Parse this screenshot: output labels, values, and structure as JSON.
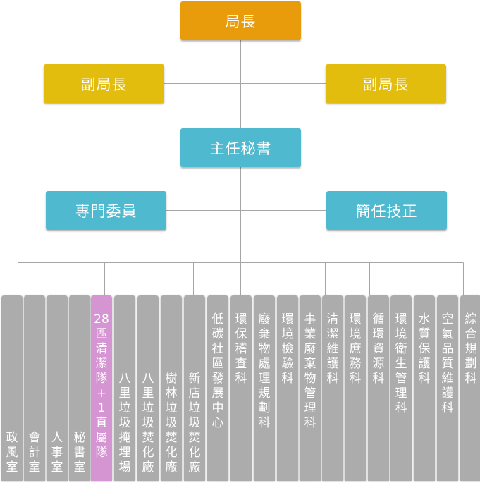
{
  "colors": {
    "director": "#e89c0c",
    "deputy": "#e3bd0d",
    "secretary": "#4fb9cf",
    "gray": "#acacac",
    "highlight": "#d595d2",
    "line": "#a6a6a6"
  },
  "director": "局長",
  "deputies": [
    "副局長",
    "副局長"
  ],
  "secretary": "主任秘書",
  "advisors": [
    "專門委員",
    "簡任技正"
  ],
  "units": [
    "政風室",
    "會計室",
    "人事室",
    "秘書室",
    "28區清潔隊+1直屬隊",
    "八里垃圾掩埋場",
    "八里垃圾焚化廠",
    "樹林垃圾焚化廠",
    "新店垃圾焚化廠",
    "低碳社區發展中心",
    "環保稽查科",
    "廢棄物處理規劃科",
    "環境檢驗科",
    "事業廢棄物管理科",
    "清潔維護科",
    "環境庶務科",
    "循環資源科",
    "環境衛生管理科",
    "水質保護科",
    "空氣品質維護科",
    "綜合規劃科"
  ]
}
